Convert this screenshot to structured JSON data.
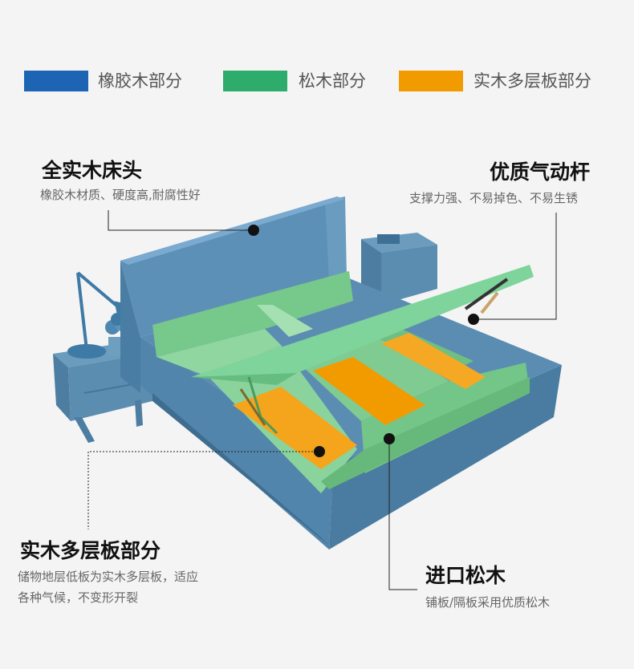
{
  "legend": [
    {
      "label": "橡胶木部分",
      "color": "#1e64b4"
    },
    {
      "label": "松木部分",
      "color": "#2eac6c"
    },
    {
      "label": "实木多层板部分",
      "color": "#f29b00"
    }
  ],
  "callouts": {
    "headboard": {
      "title": "全实木床头",
      "desc": "橡胶木材质、硬度高,耐腐性好"
    },
    "gas_strut": {
      "title": "优质气动杆",
      "desc": "支撑力强、不易掉色、不易生锈"
    },
    "plywood": {
      "title": "实木多层板部分",
      "desc_line1": "储物地层低板为实木多层板，适应",
      "desc_line2": "各种气候，不变形开裂"
    },
    "pine": {
      "title": "进口松木",
      "desc": "铺板/隔板采用优质松木"
    }
  }
}
